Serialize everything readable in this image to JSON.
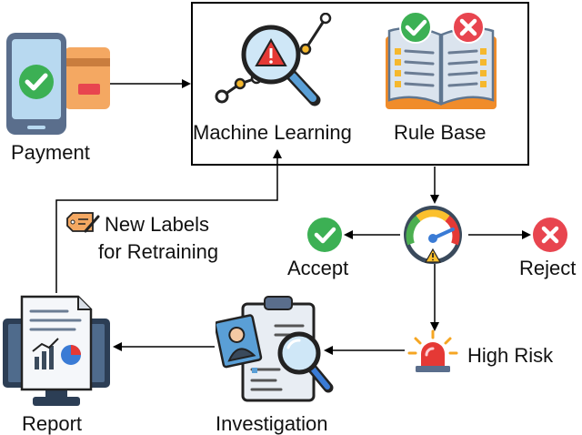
{
  "nodes": {
    "payment": "Payment",
    "machine_learning": "Machine Learning",
    "rule_base": "Rule Base",
    "accept": "Accept",
    "reject": "Reject",
    "high_risk": "High Risk",
    "investigation": "Investigation",
    "report": "Report"
  },
  "feedback_label": {
    "line1": "New Labels",
    "line2": "for Retraining"
  },
  "icons": [
    "phone-payment-icon",
    "ml-analytics-icon",
    "rule-book-icon",
    "risk-gauge-icon",
    "accept-check-icon",
    "reject-x-icon",
    "siren-icon",
    "investigation-icon",
    "report-monitor-icon",
    "label-tag-icon"
  ],
  "colors": {
    "accept": "#3cb054",
    "reject": "#e8454f",
    "alarm": "#e53935",
    "gauge_green": "#4caf50",
    "gauge_yellow": "#fbc02d",
    "gauge_red": "#e53935",
    "card": "#f4a862",
    "phone": "#5a6e8c"
  }
}
